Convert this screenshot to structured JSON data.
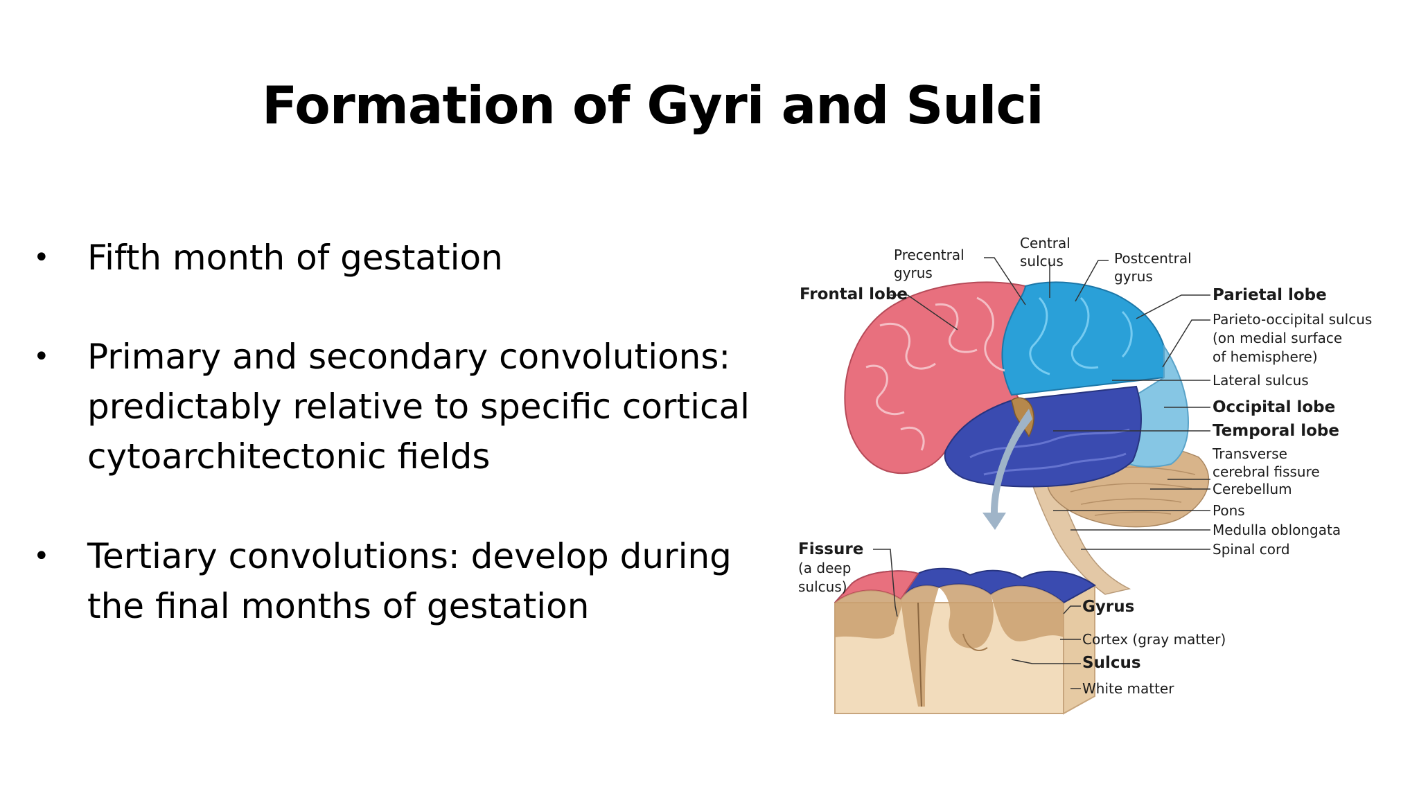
{
  "slide": {
    "title": "Formation of Gyri and Sulci",
    "bullets": [
      {
        "symbol": "•",
        "lines": [
          "Fifth month of gestation"
        ]
      },
      {
        "symbol": "•",
        "lines": [
          "Primary and secondary convolutions:",
          "predictably relative to specific cortical",
          "cytoarchitectonic fields"
        ]
      },
      {
        "symbol": "•",
        "lines": [
          "Tertiary convolutions: develop during",
          "the final months of gestation"
        ]
      }
    ]
  },
  "figure": {
    "colors": {
      "frontal": "#e8707e",
      "parietal": "#2aa0d8",
      "occipital": "#86c6e4",
      "temporal": "#3a4bb0",
      "cerebellum": "#d8b48a",
      "brainstem": "#e3c8a6",
      "gray_matter": "#caa070",
      "white_matter": "#f2dcbc"
    },
    "labels": {
      "precentral_1": "Precentral",
      "precentral_2": "gyrus",
      "central_1": "Central",
      "central_2": "sulcus",
      "postcentral_1": "Postcentral",
      "postcentral_2": "gyrus",
      "frontal_lobe": "Frontal lobe",
      "parietal_lobe": "Parietal lobe",
      "parieto_occipital_1": "Parieto-occipital sulcus",
      "parieto_occipital_2": "(on medial surface",
      "parieto_occipital_3": "of hemisphere)",
      "lateral_sulcus": "Lateral sulcus",
      "occipital_lobe": "Occipital lobe",
      "temporal_lobe": "Temporal lobe",
      "transverse_1": "Transverse",
      "transverse_2": "cerebral fissure",
      "cerebellum": "Cerebellum",
      "pons": "Pons",
      "medulla": "Medulla oblongata",
      "spinal_cord": "Spinal cord",
      "fissure": "Fissure",
      "fissure_note_1": "(a deep",
      "fissure_note_2": "sulcus)",
      "gyrus": "Gyrus",
      "cortex": "Cortex (gray matter)",
      "sulcus": "Sulcus",
      "white_matter": "White matter"
    }
  }
}
